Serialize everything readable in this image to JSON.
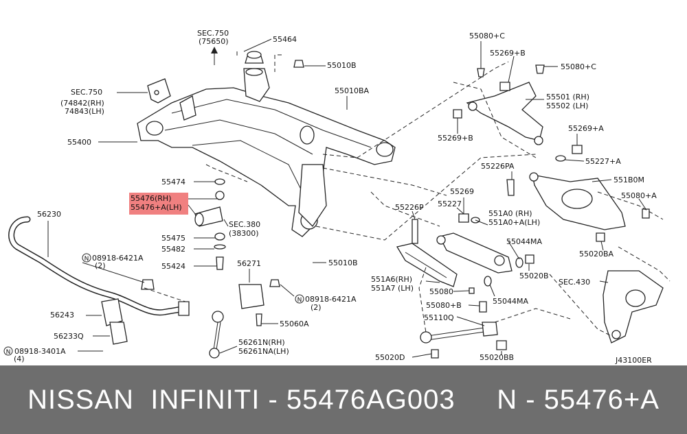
{
  "labels": [
    {
      "id": "l1",
      "text": "SEC.750"
    },
    {
      "id": "l2",
      "text": "(75650)"
    },
    {
      "id": "l3",
      "text": "55464"
    },
    {
      "id": "l4",
      "text": "55010B"
    },
    {
      "id": "l5",
      "text": "SEC.750"
    },
    {
      "id": "l6",
      "text": "(74842(RH)"
    },
    {
      "id": "l7",
      "text": "74843(LH)"
    },
    {
      "id": "l8",
      "text": "55010BA"
    },
    {
      "id": "l9",
      "text": "55400"
    },
    {
      "id": "l10",
      "text": "55474"
    },
    {
      "id": "l11",
      "text": "55476(RH)"
    },
    {
      "id": "l12",
      "text": "55476+A(LH)"
    },
    {
      "id": "l13",
      "text": "SEC.380"
    },
    {
      "id": "l14",
      "text": "(38300)"
    },
    {
      "id": "l15",
      "text": "56230"
    },
    {
      "id": "l16",
      "text": "55475"
    },
    {
      "id": "l17",
      "text": "55482"
    },
    {
      "id": "l18",
      "text": "08918-6421A"
    },
    {
      "id": "l19",
      "text": "(2)"
    },
    {
      "id": "l20",
      "text": "55424"
    },
    {
      "id": "l21",
      "text": "56271"
    },
    {
      "id": "l22",
      "text": "55010B"
    },
    {
      "id": "l23",
      "text": "08918-6421A"
    },
    {
      "id": "l24",
      "text": "(2)"
    },
    {
      "id": "l25",
      "text": "56243"
    },
    {
      "id": "l26",
      "text": "55060A"
    },
    {
      "id": "l27",
      "text": "56233Q"
    },
    {
      "id": "l28",
      "text": "56261N(RH)"
    },
    {
      "id": "l29",
      "text": "56261NA(LH)"
    },
    {
      "id": "l30",
      "text": "08918-3401A"
    },
    {
      "id": "l31",
      "text": "(4)"
    },
    {
      "id": "l32",
      "text": "55080+C"
    },
    {
      "id": "l33",
      "text": "55269+B"
    },
    {
      "id": "l34",
      "text": "55080+C"
    },
    {
      "id": "l35",
      "text": "55501 (RH)"
    },
    {
      "id": "l36",
      "text": "55502 (LH)"
    },
    {
      "id": "l37",
      "text": "55269+A"
    },
    {
      "id": "l38",
      "text": "55269+B"
    },
    {
      "id": "l39",
      "text": "55227+A"
    },
    {
      "id": "l40",
      "text": "55226PA"
    },
    {
      "id": "l41",
      "text": "551B0M"
    },
    {
      "id": "l42",
      "text": "55269"
    },
    {
      "id": "l43",
      "text": "55080+A"
    },
    {
      "id": "l44",
      "text": "55226P"
    },
    {
      "id": "l45",
      "text": "55227"
    },
    {
      "id": "l46",
      "text": "551A0 (RH)"
    },
    {
      "id": "l47",
      "text": "551A0+A(LH)"
    },
    {
      "id": "l48",
      "text": "55044MA"
    },
    {
      "id": "l49",
      "text": "55020BA"
    },
    {
      "id": "l50",
      "text": "55020B"
    },
    {
      "id": "l51",
      "text": "551A6(RH)"
    },
    {
      "id": "l52",
      "text": "551A7 (LH)"
    },
    {
      "id": "l53",
      "text": "SEC.430"
    },
    {
      "id": "l54",
      "text": "55080"
    },
    {
      "id": "l55",
      "text": "55044MA"
    },
    {
      "id": "l56",
      "text": "55080+B"
    },
    {
      "id": "l57",
      "text": "55110Q"
    },
    {
      "id": "l58",
      "text": "55020D"
    },
    {
      "id": "l59",
      "text": "55020BB"
    },
    {
      "id": "l60",
      "text": "J43100ER"
    },
    {
      "id": "l61",
      "text": "N"
    },
    {
      "id": "l62",
      "text": "N"
    },
    {
      "id": "l63",
      "text": "N"
    }
  ],
  "highlight_color": "#f08080",
  "footer": {
    "text": "NISSAN  INFINITI - 55476AG003     N - 55476+A"
  }
}
